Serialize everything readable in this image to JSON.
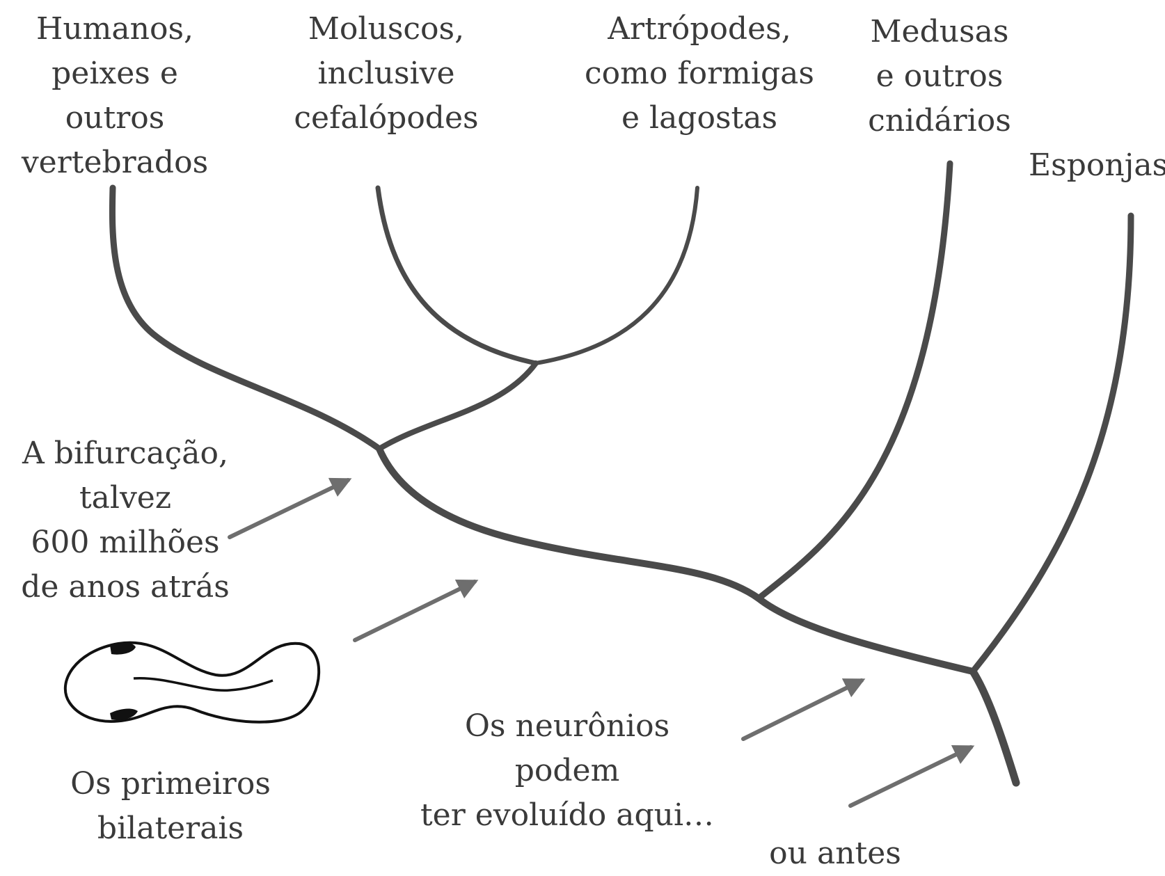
{
  "taxa": [
    {
      "label": "Humanos,\npeixes e outros\nvertebrados"
    },
    {
      "label": "Moluscos,\ninclusive\ncefalópodes"
    },
    {
      "label": "Artrópodes,\ncomo formigas\ne lagostas"
    },
    {
      "label": "Medusas\ne outros\ncnidários"
    },
    {
      "label": "Esponjas"
    }
  ],
  "annotations": {
    "bifurcation": "A bifurcação,\ntalvez\n600 milhões\nde anos atrás",
    "first_bilaterals": "Os primeiros\nbilaterais",
    "neurons": "Os neurônios podem\nter evoluído aqui…",
    "or_before": "ou antes"
  },
  "colors": {
    "branch": "#4a4a4a",
    "arrow": "#6e6e6e",
    "text": "#3a3a3a",
    "worm": "#111111"
  }
}
